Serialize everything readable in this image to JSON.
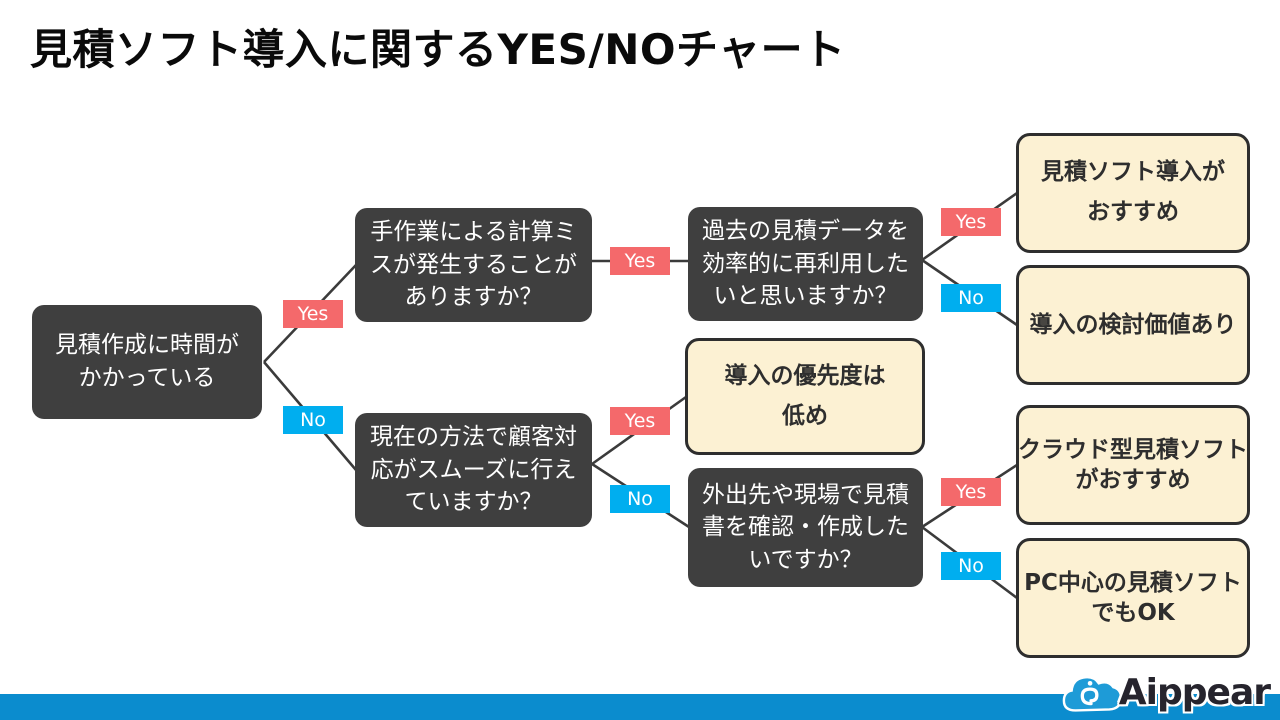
{
  "title": "見積ソフト導入に関するYES/NOチャート",
  "labels": {
    "yes": "Yes",
    "no": "No"
  },
  "nodes": {
    "root": {
      "type": "question",
      "lines": [
        "見積作成に時間が",
        "かかっている"
      ]
    },
    "q_calc_mistakes": {
      "type": "question",
      "lines": [
        "手作業による計算ミ",
        "スが発生することが",
        "ありますか？"
      ]
    },
    "q_reuse_data": {
      "type": "question",
      "lines": [
        "過去の見積データを",
        "効率的に再利用した",
        "いと思いますか？"
      ]
    },
    "q_customer_response": {
      "type": "question",
      "lines": [
        "現在の方法で顧客対",
        "応がスムーズに行え",
        "ていますか？"
      ]
    },
    "q_onsite": {
      "type": "question",
      "lines": [
        "外出先や現場で見積",
        "書を確認・作成した",
        "いですか？"
      ]
    },
    "out_recommend": {
      "type": "outcome",
      "lines": [
        "見積ソフト導入が",
        "おすすめ"
      ]
    },
    "out_worth_considering": {
      "type": "outcome",
      "lines": [
        "導入の検討価値あり"
      ]
    },
    "out_low_priority": {
      "type": "outcome",
      "lines": [
        "導入の優先度は",
        "低め"
      ]
    },
    "out_cloud": {
      "type": "outcome",
      "lines": [
        "クラウド型見積ソフト",
        "がおすすめ"
      ]
    },
    "out_pc_ok": {
      "type": "outcome",
      "lines": [
        "PC中心の見積ソフト",
        "でもOK"
      ]
    }
  },
  "edges": [
    {
      "from": "root",
      "to": "q_calc_mistakes",
      "label": "Yes"
    },
    {
      "from": "root",
      "to": "q_customer_response",
      "label": "No"
    },
    {
      "from": "q_calc_mistakes",
      "to": "q_reuse_data",
      "label": "Yes"
    },
    {
      "from": "q_reuse_data",
      "to": "out_recommend",
      "label": "Yes"
    },
    {
      "from": "q_reuse_data",
      "to": "out_worth_considering",
      "label": "No"
    },
    {
      "from": "q_customer_response",
      "to": "out_low_priority",
      "label": "Yes"
    },
    {
      "from": "q_customer_response",
      "to": "q_onsite",
      "label": "No"
    },
    {
      "from": "q_onsite",
      "to": "out_cloud",
      "label": "Yes"
    },
    {
      "from": "q_onsite",
      "to": "out_pc_ok",
      "label": "No"
    }
  ],
  "colors": {
    "yes_badge": "#f4696b",
    "no_badge": "#00aeef",
    "question_bg": "#3f3f3f",
    "outcome_bg": "#fcf1d3",
    "outcome_border": "#2e2e2e",
    "line": "#3b3b3b",
    "footer_bar": "#0b8cce",
    "logo_blue": "#1e9bd7"
  },
  "footer": {
    "brand": "Aippear"
  }
}
